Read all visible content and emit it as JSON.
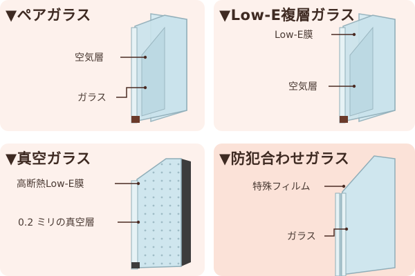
{
  "panels": [
    {
      "title": "▼ペアガラス",
      "labels": [
        "空気層",
        "ガラス"
      ]
    },
    {
      "title": "▼Low-E複層ガラス",
      "labels": [
        "Low-E膜",
        "空気層"
      ]
    },
    {
      "title": "▼真空ガラス",
      "labels": [
        "高断熱Low-E膜",
        "0.2 ミリの真空層"
      ]
    },
    {
      "title": "▼防犯合わせガラス",
      "labels": [
        "特殊フィルム",
        "ガラス"
      ]
    }
  ],
  "colors": {
    "panel_bg": "#fdf1ec",
    "panel_bg_accent": "#fbe2d8",
    "glass": "#cfe6ee",
    "glass_edge": "#9ab6c0",
    "leader_line": "#4a2a22",
    "spacer": "#6b3a2a"
  }
}
